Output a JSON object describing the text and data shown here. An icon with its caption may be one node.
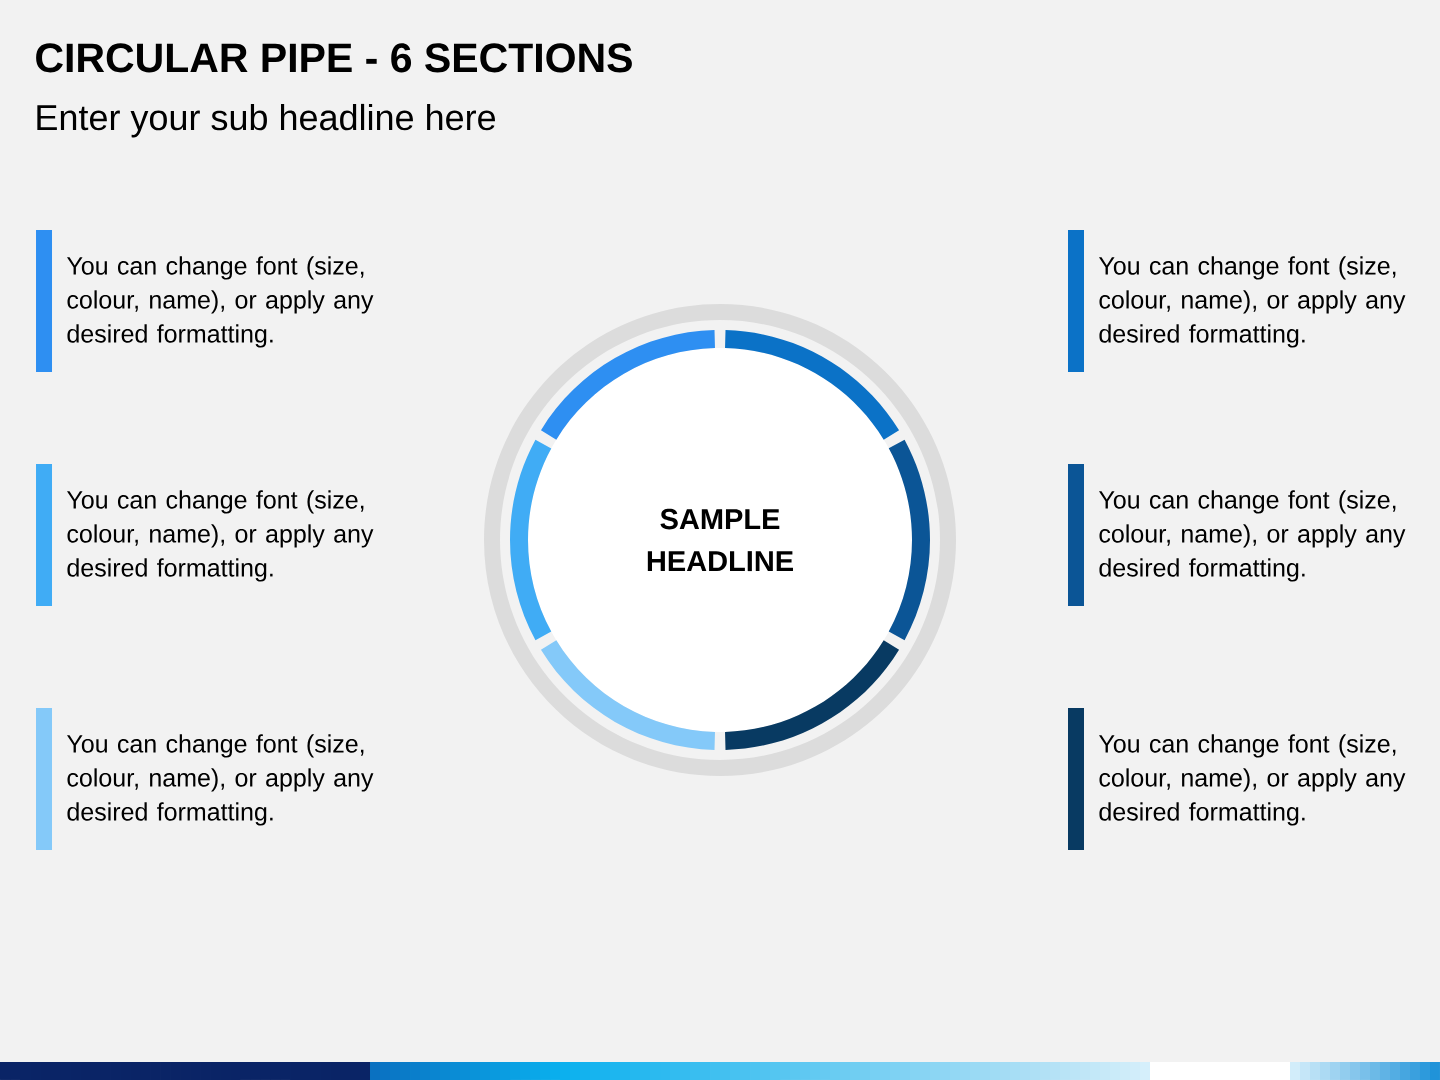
{
  "diagram": {
    "title": "CIRCULAR PIPE - 6 SECTIONS",
    "nodes": [
      {
        "text": [
          "SAMPLE HEADLINE"
        ]
      },
      {
        "text": [],
        "shape": "arc"
      },
      {
        "text": [],
        "shape": "arc"
      },
      {
        "text": [],
        "shape": "arc"
      },
      {
        "text": [],
        "shape": "arc"
      },
      {
        "text": [],
        "shape": "arc"
      },
      {
        "text": [],
        "shape": "arc"
      }
    ],
    "labels": [
      "Enter your sub headline here",
      "You can change font (size, colour, name), or apply any desired formatting.",
      "You can change font (size, colour, name), or apply any desired formatting.",
      "You can change font (size, colour, name), or apply any desired formatting.",
      "You can change font (size, colour, name), or apply any desired formatting.",
      "You can change font (size, colour, name), or apply any desired formatting.",
      "You can change font (size, colour, name), or apply any desired formatting."
    ]
  }
}
